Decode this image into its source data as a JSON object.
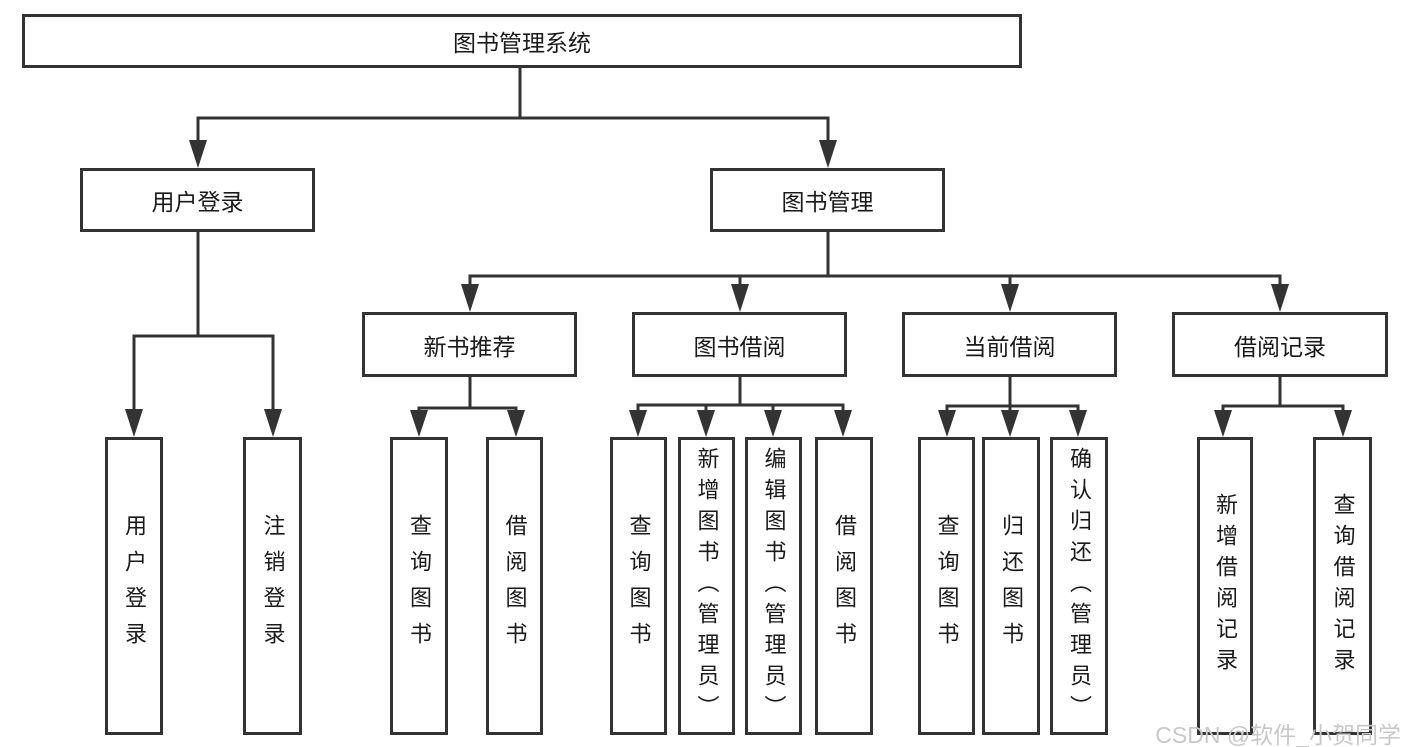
{
  "diagram": {
    "type": "hierarchy",
    "root": {
      "label": "图书管理系统",
      "children": [
        {
          "label": "用户登录",
          "children": [
            {
              "label": "用户登录"
            },
            {
              "label": "注销登录"
            }
          ]
        },
        {
          "label": "图书管理",
          "children": [
            {
              "label": "新书推荐",
              "children": [
                {
                  "label": "查询图书"
                },
                {
                  "label": "借阅图书"
                }
              ]
            },
            {
              "label": "图书借阅",
              "children": [
                {
                  "label": "查询图书"
                },
                {
                  "label": "新增图书（管理员）"
                },
                {
                  "label": "编辑图书（管理员）"
                },
                {
                  "label": "借阅图书"
                }
              ]
            },
            {
              "label": "当前借阅",
              "children": [
                {
                  "label": "查询图书"
                },
                {
                  "label": "归还图书"
                },
                {
                  "label": "确认归还（管理员）"
                }
              ]
            },
            {
              "label": "借阅记录",
              "children": [
                {
                  "label": "新增借阅记录"
                },
                {
                  "label": "查询借阅记录"
                }
              ]
            }
          ]
        }
      ]
    }
  },
  "watermark": {
    "text": "CSDN @软件_小贺同学"
  },
  "colors": {
    "background": "#ffffff",
    "line": "#333333",
    "box_border": "#333333",
    "text": "#1a1a1a",
    "watermark": "#c8c8c8"
  }
}
